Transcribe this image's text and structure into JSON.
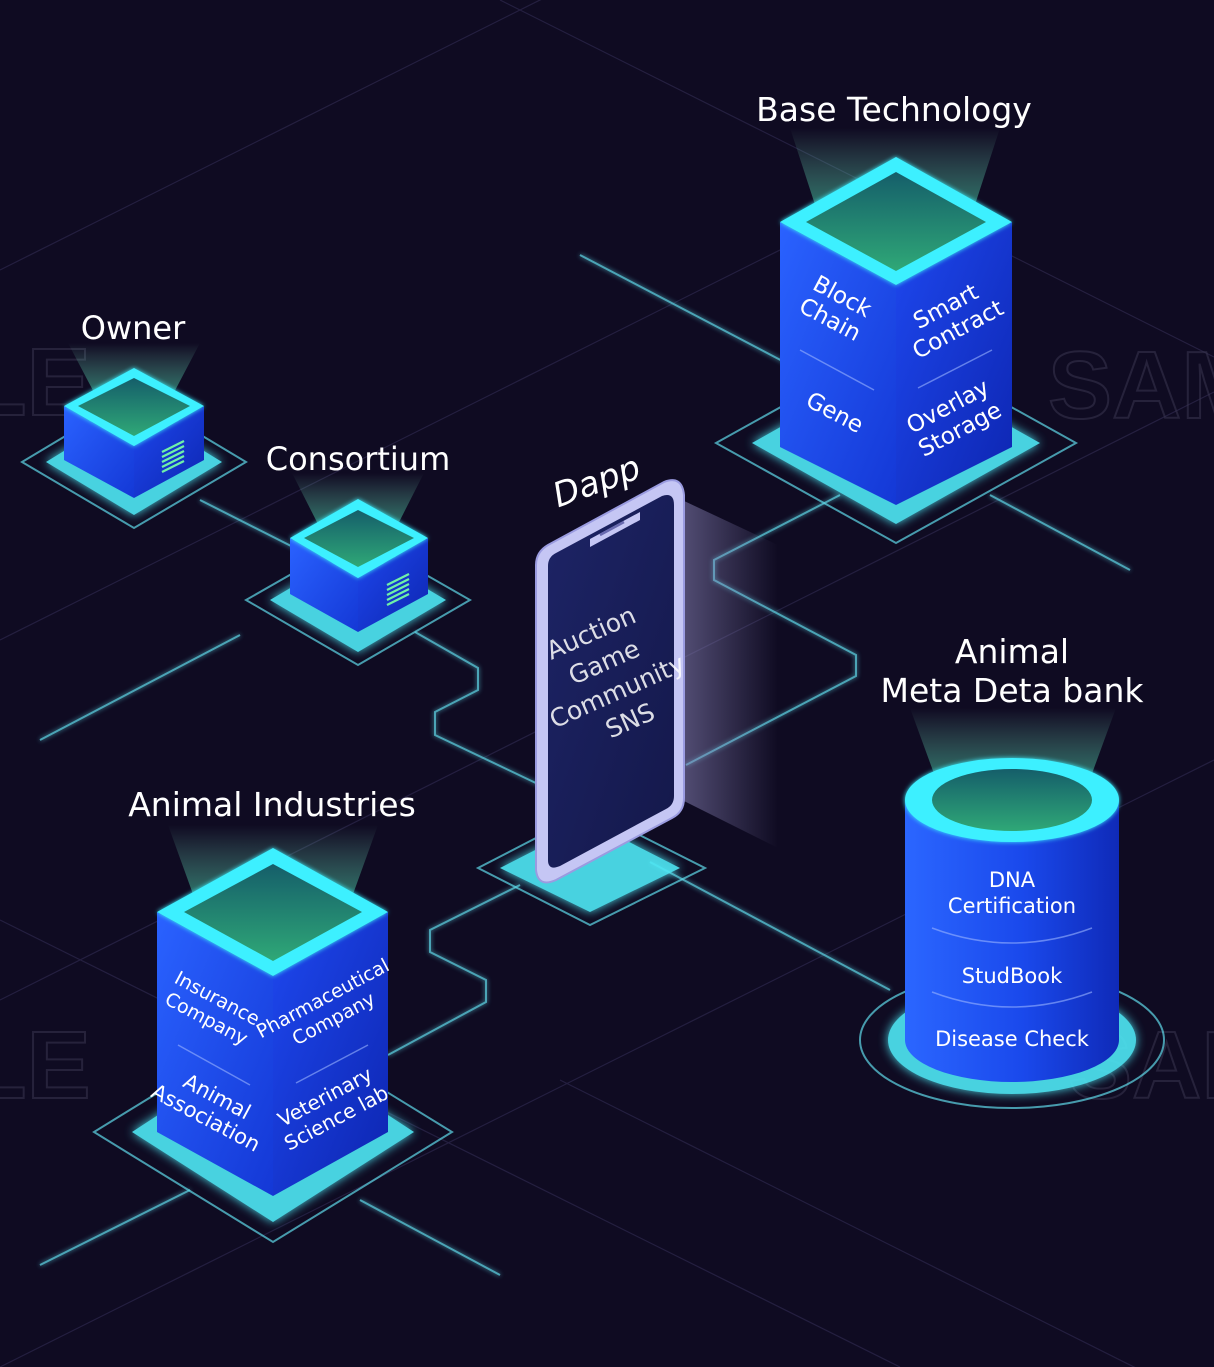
{
  "labels": {
    "owner": "Owner",
    "consortium": "Consortium",
    "dapp": "Dapp",
    "base_technology": "Base Technology",
    "animal_industries": "Animal Industries",
    "meta_bank_line1": "Animal",
    "meta_bank_line2": "Meta Deta bank"
  },
  "dapp_screen": {
    "line1": "Auction",
    "line2": "Game",
    "line3": "Community",
    "line4": "SNS"
  },
  "base_technology_faces": {
    "left_top_1": "Block",
    "left_top_2": "Chain",
    "left_bottom": "Gene",
    "right_top_1": "Smart",
    "right_top_2": "Contract",
    "right_bottom_1": "Overlay",
    "right_bottom_2": "Storage"
  },
  "animal_industries_faces": {
    "left_top_1": "Insurance",
    "left_top_2": "Company",
    "left_bottom_1": "Animal",
    "left_bottom_2": "Association",
    "right_top_1": "Pharmaceutical",
    "right_top_2": "Company",
    "right_bottom_1": "Veterinary",
    "right_bottom_2": "Science lab"
  },
  "meta_bank_items": {
    "item1_line1": "DNA",
    "item1_line2": "Certification",
    "item2": "StudBook",
    "item3": "Disease Check"
  },
  "watermarks": {
    "left_top": "LE",
    "left_bottom": "LE",
    "right_top": "SAM",
    "right_bottom": "SAM"
  },
  "colors": {
    "background": "#0f0b22",
    "block_blue": "#1a4fe6",
    "block_dark": "#0c2bb8",
    "glow_cyan": "#5ff4ff",
    "top_green": "#1f8a6a",
    "phone_screen": "#1a1f56"
  }
}
